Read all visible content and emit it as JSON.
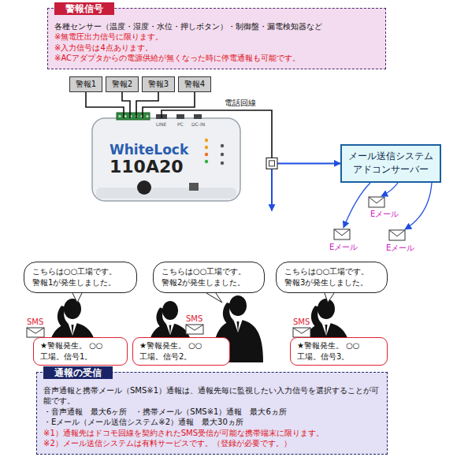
{
  "diagram": {
    "nodes": [
      {
        "text": [
          "警報信号",
          "各種センサー（温度・湿度・水位・押しボタン）・制御盤・漏電検知器など",
          "※無電圧出力信号に限ります。",
          "※入力信号は4点あります。",
          "※ACアダプタからの電源供給が無くなった時に停電通報も可能です。"
        ]
      },
      {
        "text": [
          "警報1"
        ]
      },
      {
        "text": [
          "警報2"
        ]
      },
      {
        "text": [
          "警報3"
        ]
      },
      {
        "text": [
          "警報4"
        ]
      },
      {
        "text": [
          "WhiteLock",
          "110A20"
        ]
      },
      {
        "text": [
          "メール送信システム アドコンサーバー"
        ]
      },
      {
        "text": [
          "こちらは○○工場です。 警報1が発生しました。"
        ]
      },
      {
        "text": [
          "こちらは○○工場です。 警報2が発生しました。"
        ]
      },
      {
        "text": [
          "こちらは○○工場です。 警報3が発生しました。"
        ]
      },
      {
        "text": [
          "★警報発生。 ○○工場。信号1。"
        ]
      },
      {
        "text": [
          "★警報発生。 ○○工場。信号2。"
        ]
      },
      {
        "text": [
          "★警報発生。 ○○工場。信号3。"
        ]
      },
      {
        "text": [
          "通報の受信",
          "音声通報と携帯メール（SMS※1）通報は、通報先毎に監視したい入力信号を選択することが可能です。",
          "・音声通報　最大6ヶ所　・携帯メール（SMS※1）通報　最大6ヵ所",
          "・Eメール（メール送信システム※2）通報　最大30ヵ所",
          "※1）通報先はドコモ回線を契約されたSMS受信が可能な携帯端末に限ります。",
          "※2）メール送信システムは有料サービスです。（登録が必要です。）"
        ]
      }
    ],
    "edges": [
      {
        "from": 1,
        "to": 5,
        "arrow": "none"
      },
      {
        "from": 2,
        "to": 5,
        "arrow": "none"
      },
      {
        "from": 3,
        "to": 5,
        "arrow": "none"
      },
      {
        "from": 4,
        "to": 5,
        "arrow": "none"
      },
      {
        "from": 5,
        "to": 6,
        "label": "電話回線",
        "arrow": "to"
      }
    ],
    "labels": [
      "LINE",
      "PC",
      "DC-IN",
      "Eメール",
      "Eメール",
      "Eメール",
      "SMS",
      "SMS",
      "SMS"
    ]
  }
}
